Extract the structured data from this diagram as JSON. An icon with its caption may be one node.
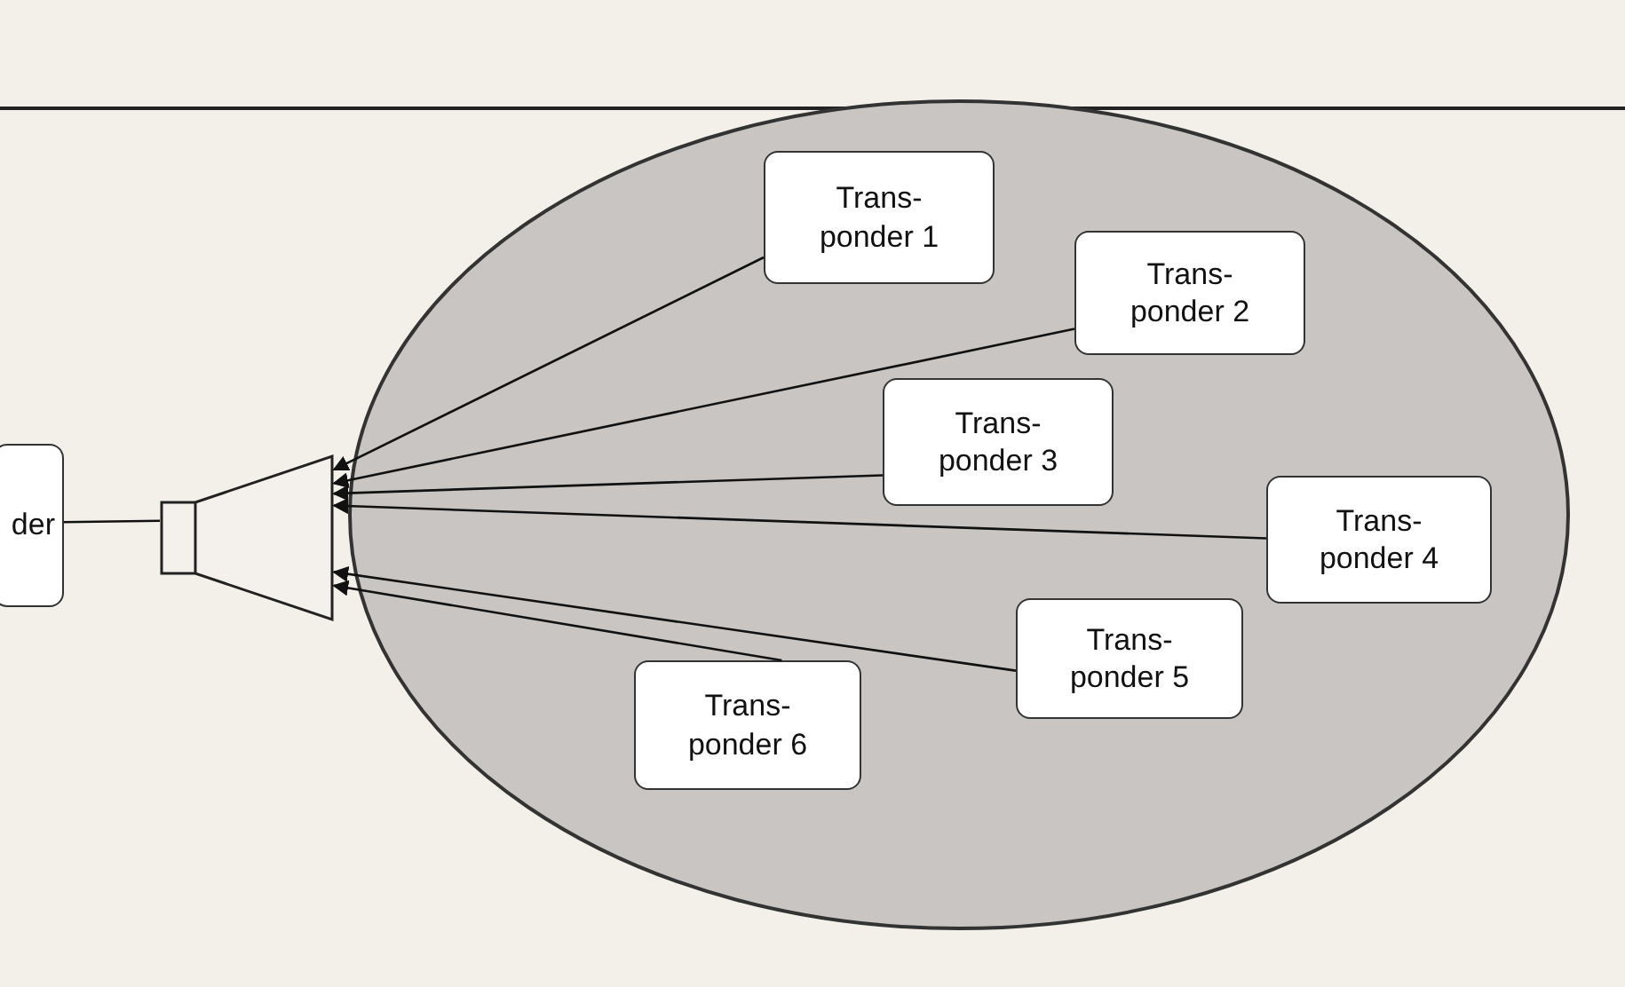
{
  "diagram": {
    "nodes": [
      {
        "text": [
          "der"
        ]
      },
      {
        "text": [],
        "shape": "antenna"
      },
      {
        "text": [],
        "shape": "ellipse"
      },
      {
        "text": [
          "Trans- ponder 1"
        ],
        "in": 2
      },
      {
        "text": [
          "Trans- ponder 2"
        ],
        "in": 2
      },
      {
        "text": [
          "Trans- ponder 3"
        ],
        "in": 2
      },
      {
        "text": [
          "Trans- ponder 4"
        ],
        "in": 2
      },
      {
        "text": [
          "Trans- ponder 5"
        ],
        "in": 2
      },
      {
        "text": [
          "Trans- ponder 6"
        ],
        "in": 2
      }
    ],
    "edges": [
      {
        "from": 0,
        "to": 1,
        "arrow": "none"
      },
      {
        "from": 3,
        "to": 1,
        "arrow": "to"
      },
      {
        "from": 4,
        "to": 1,
        "arrow": "to"
      },
      {
        "from": 5,
        "to": 1,
        "arrow": "to"
      },
      {
        "from": 6,
        "to": 1,
        "arrow": "to"
      },
      {
        "from": 7,
        "to": 1,
        "arrow": "to"
      },
      {
        "from": 8,
        "to": 1,
        "arrow": "to"
      }
    ]
  }
}
